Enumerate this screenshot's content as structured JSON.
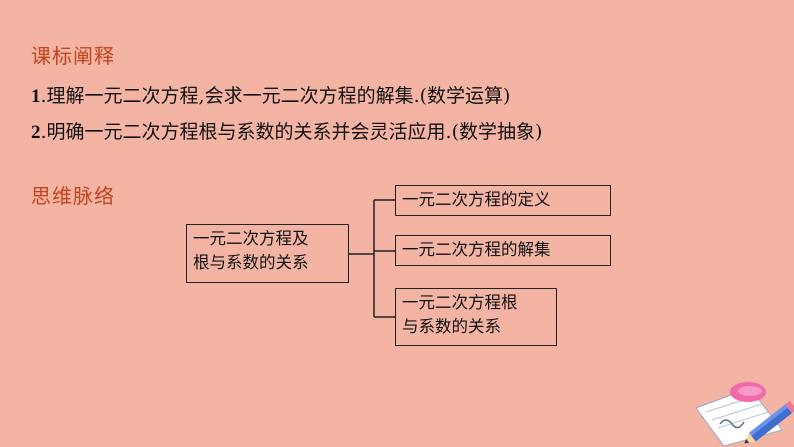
{
  "sections": {
    "standards_title": "课标阐释",
    "mindmap_title": "思维脉络"
  },
  "objectives": [
    {
      "number": "1",
      "text": ".理解一元二次方程,会求一元二次方程的解集.(数学运算)"
    },
    {
      "number": "2",
      "text": ".明确一元二次方程根与系数的关系并会灵活应用.(数学抽象)"
    }
  ],
  "mindmap": {
    "root": {
      "line1": "一元二次方程及",
      "line2": "根与系数的关系"
    },
    "children": [
      {
        "line1": "一元二次方程的定义",
        "line2": ""
      },
      {
        "line1": "一元二次方程的解集",
        "line2": ""
      },
      {
        "line1": "一元二次方程根",
        "line2": "与系数的关系"
      }
    ]
  },
  "colors": {
    "background": "#f4b4a4",
    "heading": "#c0451f",
    "text": "#111111"
  },
  "decoration": {
    "icon": "pencil-notebook-icon"
  }
}
